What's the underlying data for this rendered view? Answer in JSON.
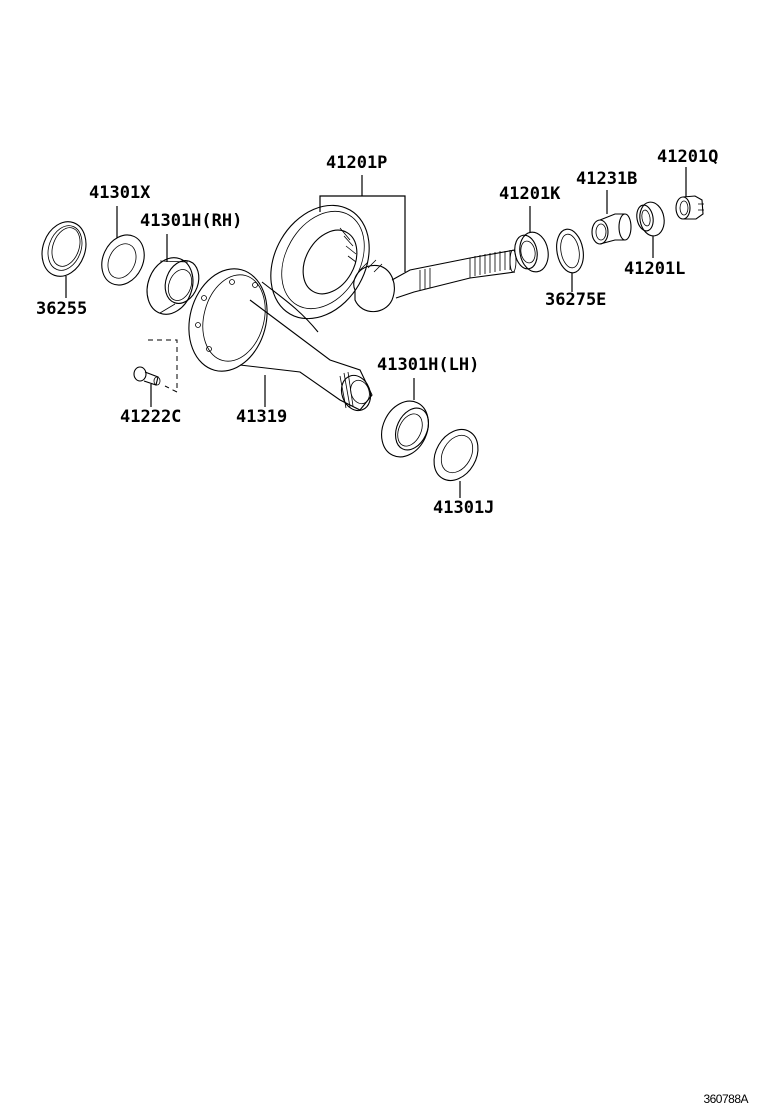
{
  "diagram": {
    "type": "exploded parts diagram",
    "subject": "differential ring gear & pinion / carrier assembly",
    "diagram_id": "360788A"
  },
  "parts": [
    {
      "id": "p1",
      "number": "41201P",
      "label": "41201P",
      "component": "ring-gear-and-pinion-set"
    },
    {
      "id": "p2",
      "number": "41301X",
      "label": "41301X",
      "component": "shim-washer"
    },
    {
      "id": "p3",
      "number": "41301H",
      "label": "41301H(RH)",
      "component": "side-bearing-rh",
      "side": "RH"
    },
    {
      "id": "p4",
      "number": "36255",
      "label": "36255",
      "component": "oil-seal"
    },
    {
      "id": "p5",
      "number": "41201K",
      "label": "41201K",
      "component": "pinion-bearing-inner"
    },
    {
      "id": "p6",
      "number": "41231B",
      "label": "41231B",
      "component": "spacer"
    },
    {
      "id": "p7",
      "number": "41201Q",
      "label": "41201Q",
      "component": "nut"
    },
    {
      "id": "p8",
      "number": "41201L",
      "label": "41201L",
      "component": "pinion-bearing-outer"
    },
    {
      "id": "p9",
      "number": "36275E",
      "label": "36275E",
      "component": "washer"
    },
    {
      "id": "p10",
      "number": "41301H",
      "label": "41301H(LH)",
      "component": "side-bearing-lh",
      "side": "LH"
    },
    {
      "id": "p11",
      "number": "41222C",
      "label": "41222C",
      "component": "bolt"
    },
    {
      "id": "p12",
      "number": "41319",
      "label": "41319",
      "component": "differential-case"
    },
    {
      "id": "p13",
      "number": "41301J",
      "label": "41301J",
      "component": "shim-washer-lh"
    }
  ]
}
